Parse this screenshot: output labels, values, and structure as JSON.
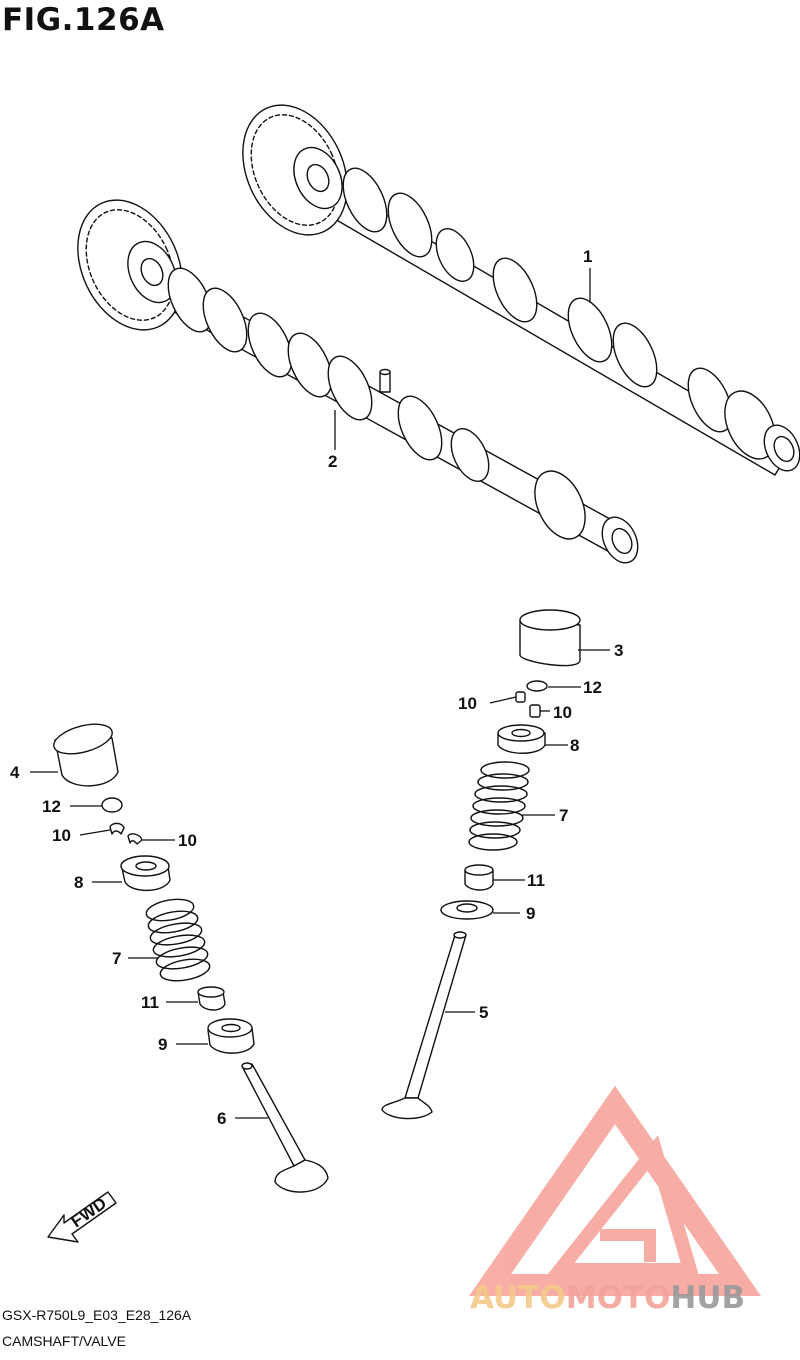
{
  "figure": {
    "title": "FIG.126A",
    "code": "GSX-R750L9_E03_E28_126A",
    "caption": "CAMSHAFT/VALVE"
  },
  "callouts": {
    "c1": "1",
    "c2": "2",
    "c3": "3",
    "c4": "4",
    "c5": "5",
    "c6": "6",
    "c7a": "7",
    "c7b": "7",
    "c8a": "8",
    "c8b": "8",
    "c9a": "9",
    "c9b": "9",
    "c10a": "10",
    "c10b": "10",
    "c10c": "10",
    "c10d": "10",
    "c11a": "11",
    "c11b": "11",
    "c12a": "12",
    "c12b": "12"
  },
  "fwd_label": "FWD",
  "watermark": {
    "part1": "AUTO",
    "part2": "MOTO",
    "part3": "HUB",
    "color1": "#f5c98a",
    "color2": "#f3a39a",
    "color3": "#9a9a9a",
    "triangle_color": "#f26b5e"
  }
}
